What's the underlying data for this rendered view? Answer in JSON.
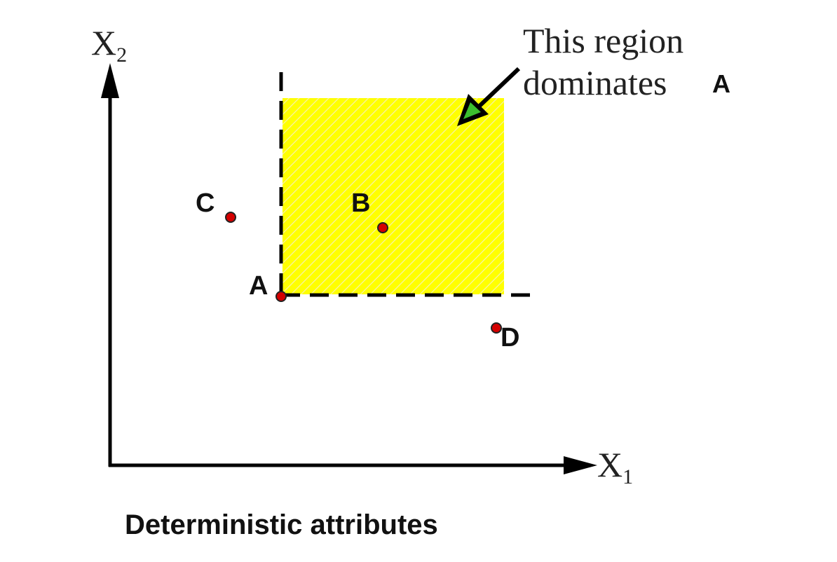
{
  "diagram": {
    "caption": "Deterministic attributes",
    "axes": {
      "x_label_main": "X",
      "x_label_sub": "1",
      "y_label_main": "X",
      "y_label_sub": "2"
    },
    "annotation": {
      "line1": "This region",
      "line2": "dominates",
      "target": "A"
    },
    "points": [
      {
        "id": "A",
        "label": "A"
      },
      {
        "id": "B",
        "label": "B"
      },
      {
        "id": "C",
        "label": "C"
      },
      {
        "id": "D",
        "label": "D"
      }
    ],
    "colors": {
      "region_fill": "#ffff00",
      "hatch": "#f2ef9a",
      "point_fill": "#d40000",
      "arrow_head": "#3cbf2f",
      "axis": "#000000"
    }
  }
}
